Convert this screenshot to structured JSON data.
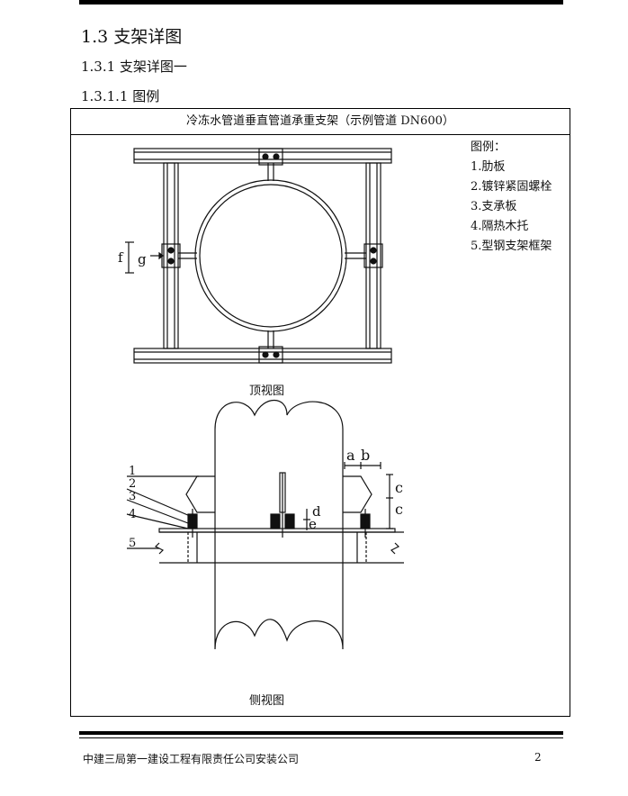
{
  "heading": {
    "h1": "1.3 支架详图",
    "h2": "1.3.1 支架详图一",
    "h3": "1.3.1.1 图例"
  },
  "figure": {
    "title": "冷冻水管道垂直管道承重支架（示例管道 DN600）",
    "legend_title": "图例：",
    "legend_items": [
      "1.肋板",
      "2.镀锌紧固螺栓",
      "3.支承板",
      "4.隔热木托",
      "5.型钢支架框架"
    ],
    "top_view_caption": "顶视图",
    "side_view_caption": "侧视图",
    "dim_labels": {
      "f": "f",
      "g": "g",
      "a": "a",
      "b": "b",
      "c1": "c",
      "c2": "c",
      "d": "d",
      "e": "e"
    },
    "callouts": [
      "1",
      "2",
      "3",
      "4",
      "5"
    ]
  },
  "footer": {
    "company": "中建三局第一建设工程有限责任公司安装公司",
    "page_number": "2"
  }
}
